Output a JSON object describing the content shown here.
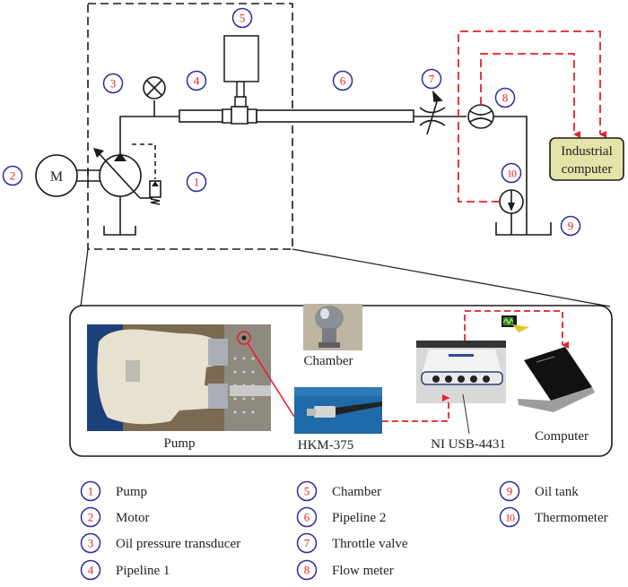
{
  "colors": {
    "line": "#1a1a1a",
    "signal": "#e8202a",
    "badge_ring": "#2a2aa0",
    "badge_text": "#e8202a",
    "computer_box_fill": "#e4e3a8"
  },
  "schematic": {
    "badges": {
      "b1": "1",
      "b2": "2",
      "b3": "3",
      "b4": "4",
      "b5": "5",
      "b6": "6",
      "b7": "7",
      "b8": "8",
      "b9": "9",
      "b10": "10"
    },
    "motor_symbol": "M",
    "industrial_computer": {
      "line1": "Industrial",
      "line2": "computer"
    }
  },
  "inset": {
    "pump_label": "Pump",
    "chamber_label": "Chamber",
    "sensor_label": "HKM-375",
    "daq_label": "NI USB-4431",
    "computer_label": "Computer"
  },
  "legend": [
    {
      "num": "1",
      "label": "Pump"
    },
    {
      "num": "2",
      "label": "Motor"
    },
    {
      "num": "3",
      "label": "Oil pressure transducer"
    },
    {
      "num": "4",
      "label": "Pipeline 1"
    },
    {
      "num": "5",
      "label": "Chamber"
    },
    {
      "num": "6",
      "label": "Pipeline 2"
    },
    {
      "num": "7",
      "label": "Throttle valve"
    },
    {
      "num": "8",
      "label": "Flow meter"
    },
    {
      "num": "9",
      "label": "Oil tank"
    },
    {
      "num": "10",
      "label": "Thermometer"
    }
  ]
}
